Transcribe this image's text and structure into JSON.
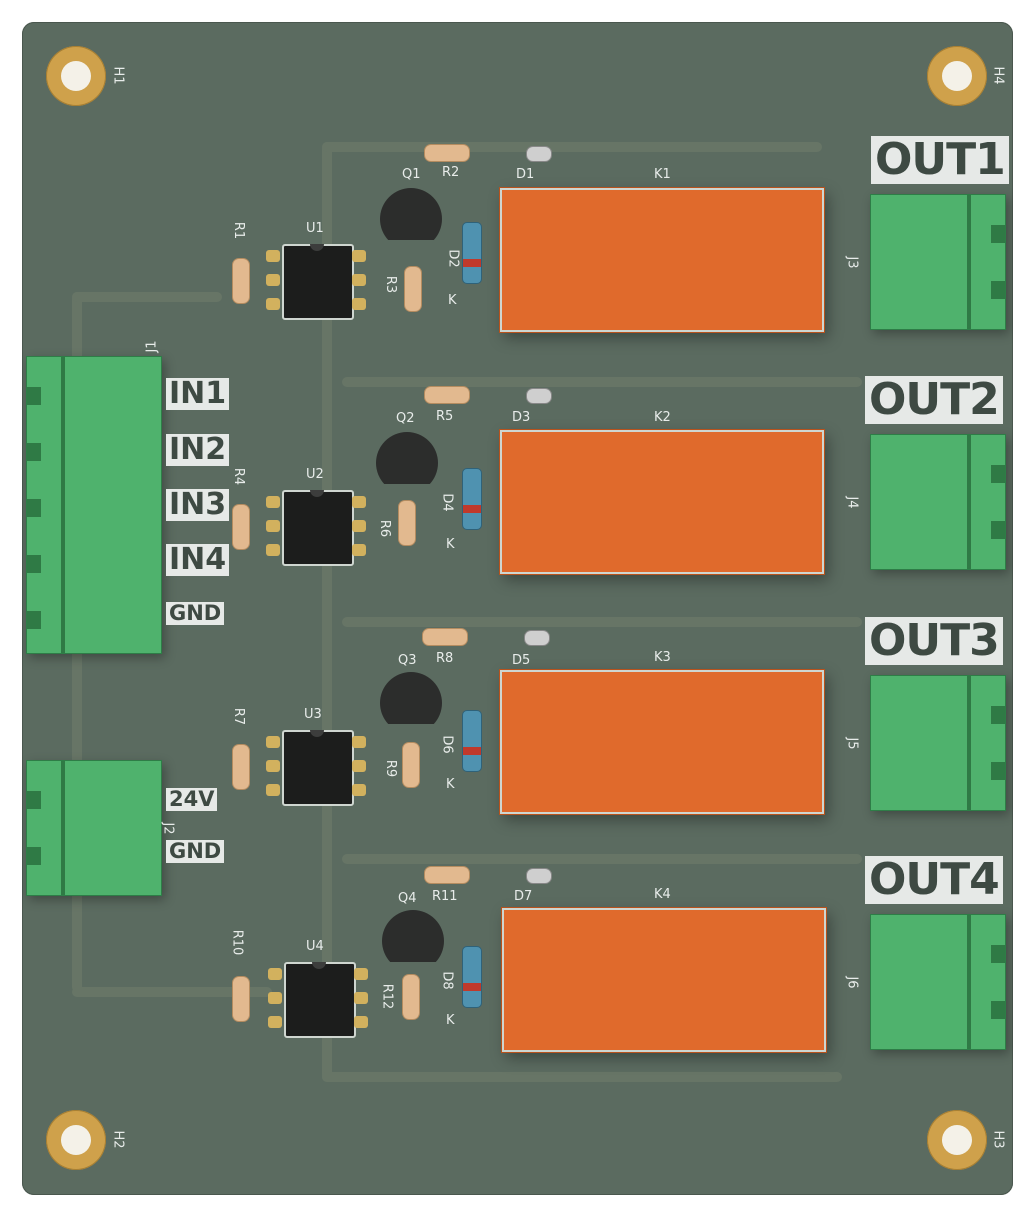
{
  "board": {
    "mounting_holes": [
      "H1",
      "H2",
      "H3",
      "H4"
    ],
    "connectors": {
      "j1": "J1",
      "j2": "J2",
      "j3": "J3",
      "j4": "J4",
      "j5": "J5",
      "j6": "J6"
    },
    "input_labels": [
      "IN1",
      "IN2",
      "IN3",
      "IN4",
      "GND"
    ],
    "power_labels": [
      "24V",
      "GND"
    ],
    "output_labels": [
      "OUT1",
      "OUT2",
      "OUT3",
      "OUT4"
    ],
    "channels": [
      {
        "relay": "K1",
        "opto": "U1",
        "transistor": "Q1",
        "r_a": "R1",
        "r_b": "R2",
        "r_c": "R3",
        "led": "D1",
        "diode": "D2",
        "k": "K"
      },
      {
        "relay": "K2",
        "opto": "U2",
        "transistor": "Q2",
        "r_a": "R4",
        "r_b": "R5",
        "r_c": "R6",
        "led": "D3",
        "diode": "D4",
        "k": "K"
      },
      {
        "relay": "K3",
        "opto": "U3",
        "transistor": "Q3",
        "r_a": "R7",
        "r_b": "R8",
        "r_c": "R9",
        "led": "D5",
        "diode": "D6",
        "k": "K"
      },
      {
        "relay": "K4",
        "opto": "U4",
        "transistor": "Q4",
        "r_a": "R10",
        "r_b": "R11",
        "r_c": "R12",
        "led": "D7",
        "diode": "D8",
        "k": "K"
      }
    ]
  }
}
